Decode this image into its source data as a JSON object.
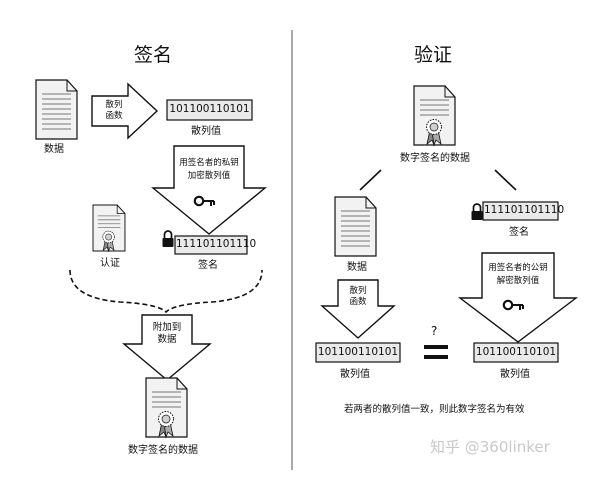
{
  "sign": {
    "title": "签名",
    "data_label": "数据",
    "hash_function_label": "散列\n函数",
    "hash_value_bits": "101100110101",
    "hash_value_label": "散列值",
    "encrypt_label": "用签名者的私钥\n加密散列值",
    "signature_bits": "111101101110",
    "signature_label": "签名",
    "certificate_label": "认证",
    "attach_label": "附加到\n数据",
    "signed_data_label": "数字签名的数据"
  },
  "verify": {
    "title": "验证",
    "signed_data_label": "数字签名的数据",
    "data_label": "数据",
    "signature_bits": "111101101110",
    "signature_label": "签名",
    "hash_function_label": "散列\n函数",
    "decrypt_label": "用签名者的公钥\n解密散列值",
    "question_mark": "?",
    "left_hash_bits": "101100110101",
    "left_hash_label": "散列值",
    "right_hash_bits": "101100110101",
    "right_hash_label": "散列值",
    "conclusion": "若两者的散列值一致，则此数字签名为有效"
  },
  "watermark": "知乎 @360linker",
  "colors": {
    "line": "#111111",
    "box_fill": "#eaeaea",
    "doc_fill": "#f2f2f2",
    "doc_lines": "#777777",
    "divider": "#555555",
    "watermark": "#c9c9c9"
  },
  "icons": [
    "document-icon",
    "certificate-seal-icon",
    "key-icon",
    "lock-icon"
  ]
}
